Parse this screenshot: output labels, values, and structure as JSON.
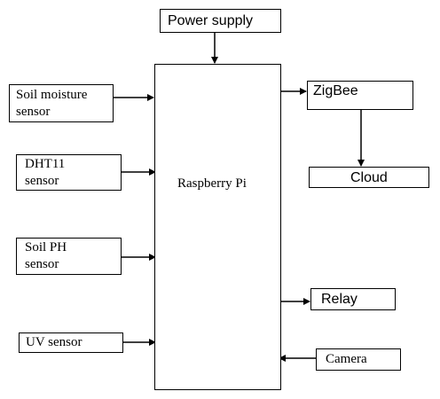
{
  "diagram": {
    "power_supply": "Power supply",
    "soil_moisture_sensor": "Soil moisture\nsensor",
    "dht11_sensor": "DHT11\nsensor",
    "soil_ph_sensor": "Soil PH\nsensor",
    "uv_sensor": "UV sensor",
    "raspberry_pi": "Raspberry Pi",
    "zigbee": "ZigBee",
    "cloud": "Cloud",
    "relay": "Relay",
    "camera": "Camera"
  }
}
